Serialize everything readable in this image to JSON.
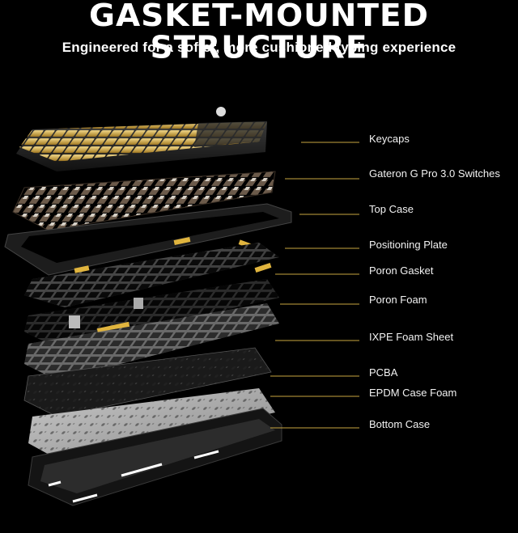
{
  "header": {
    "title": "GASKET-MOUNTED STRUCTURE",
    "subtitle": "Engineered for a softer, more cushioned typing experience"
  },
  "layers": [
    {
      "label": "Keycaps"
    },
    {
      "label": "Gateron G Pro 3.0 Switches"
    },
    {
      "label": "Top Case"
    },
    {
      "label": "Positioning Plate"
    },
    {
      "label": "Poron Gasket"
    },
    {
      "label": "Poron Foam"
    },
    {
      "label": "IXPE Foam Sheet"
    },
    {
      "label": "PCBA"
    },
    {
      "label": "EPDM Case Foam"
    },
    {
      "label": "Bottom Case"
    }
  ],
  "colors": {
    "background": "#000000",
    "accent_gold": "#d9b24a",
    "leader_line": "#c9a640"
  }
}
